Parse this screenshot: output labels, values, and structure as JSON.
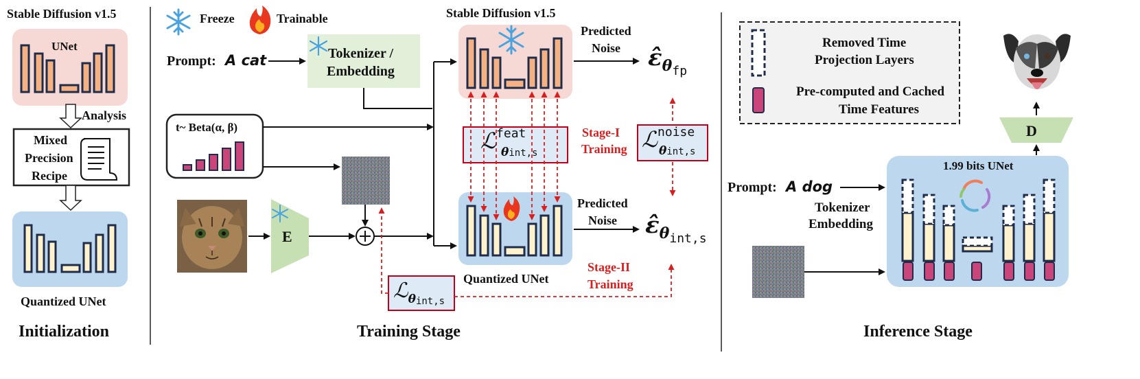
{
  "legend": {
    "freeze_label": "Freeze",
    "trainable_label": "Trainable"
  },
  "init": {
    "title": "Stable Diffusion v1.5",
    "unet_label": "UNet",
    "analysis_label": "Analysis",
    "recipe_label_lines": [
      "Mixed",
      "Precision",
      "Recipe"
    ],
    "quantized_label": "Quantized UNet",
    "section_title": "Initialization"
  },
  "training": {
    "sd_title": "Stable Diffusion v1.5",
    "prompt_prefix": "Prompt:",
    "prompt_text": "A cat",
    "tokenizer_lines": [
      "Tokenizer /",
      "Embedding"
    ],
    "beta_text": "t~ Beta(α, β)",
    "encoder_label": "E",
    "predicted_noise_lines": [
      "Predicted",
      "Noise"
    ],
    "eps_fp_sub": "fp",
    "eps_int_sub": "int,s",
    "loss_feat_sup": "feat",
    "loss_noise_sup": "noise",
    "loss_sub": "int,s",
    "stage1_lines": [
      "Stage-I",
      "Training"
    ],
    "stage2_lines": [
      "Stage-II",
      "Training"
    ],
    "quantized_label": "Quantized UNet",
    "section_title": "Training Stage"
  },
  "inference": {
    "removed_label_lines": [
      "Removed Time",
      "Projection Layers"
    ],
    "cached_label_lines": [
      "Pre-computed and Cached",
      "Time Features"
    ],
    "unet_title": "1.99 bits UNet",
    "prompt_prefix": "Prompt:",
    "prompt_text": "A dog",
    "tokenizer_lines": [
      "Tokenizer",
      "Embedding"
    ],
    "decoder_label": "D",
    "section_title": "Inference Stage"
  },
  "colors": {
    "fp_bar": "#f4b183",
    "quant_bar": "#fff2cc",
    "pink_bg": "#f6d9d4",
    "blue_bg": "#bdd7ee",
    "green_bg": "#e2efd9",
    "red": "#d81e1e",
    "beta_bar": "#c9457a"
  }
}
